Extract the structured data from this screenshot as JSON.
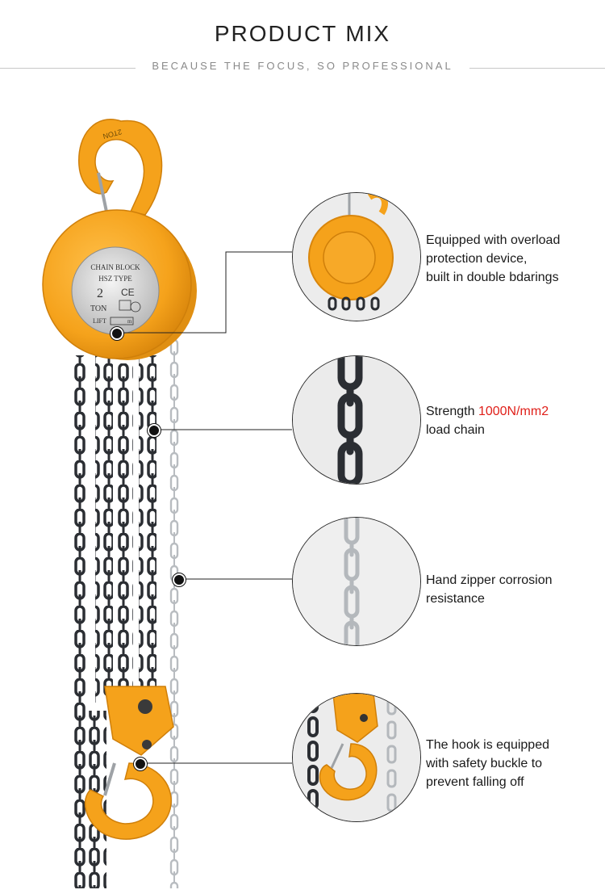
{
  "header": {
    "title_word1": "PRODUCT",
    "title_word2": "MIX",
    "subtitle": "BECAUSE THE FOCUS, SO PROFESSIONAL"
  },
  "features": [
    {
      "lines": [
        "Equipped with overload",
        "protection device,",
        "built in double bdarings"
      ],
      "icon": "hoist-body-closeup"
    },
    {
      "line1_prefix": "Strength ",
      "line1_highlight": "1000N/mm2",
      "line2": "load chain",
      "highlight_color": "#e0201a",
      "icon": "load-chain-closeup"
    },
    {
      "lines": [
        "Hand zipper corrosion",
        "resistance"
      ],
      "icon": "hand-chain-closeup"
    },
    {
      "lines": [
        "The hook is equipped",
        "with safety buckle to",
        "prevent falling off"
      ],
      "icon": "hook-closeup"
    }
  ],
  "product_plate": {
    "brand": "CHAIN BLOCK",
    "type": "HSZ TYPE",
    "capacity": "2",
    "unit": "TON",
    "cert": "CE",
    "lift": "LIFT",
    "lift_unit": "m",
    "hook_mark": "2TON"
  },
  "colors": {
    "body_orange": "#f5a21b",
    "chain_dark": "#2b2e33",
    "chain_silver": "#c9cccf",
    "highlight_red": "#e0201a"
  }
}
